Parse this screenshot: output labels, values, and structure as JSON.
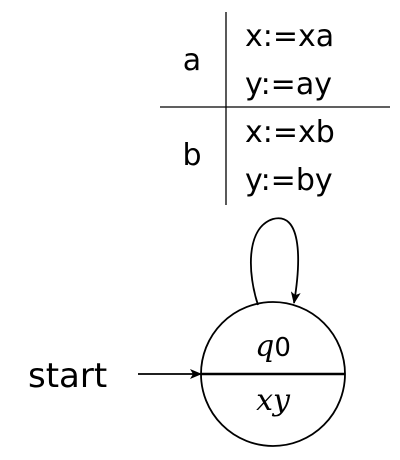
{
  "table": {
    "rows": [
      {
        "label": "a",
        "actions": [
          "x:=xa",
          "y:=ay"
        ]
      },
      {
        "label": "b",
        "actions": [
          "x:=xb",
          "y:=by"
        ]
      }
    ]
  },
  "automaton": {
    "start_label": "start",
    "state": {
      "name": "q",
      "subscript": "0",
      "output": "xy"
    }
  }
}
